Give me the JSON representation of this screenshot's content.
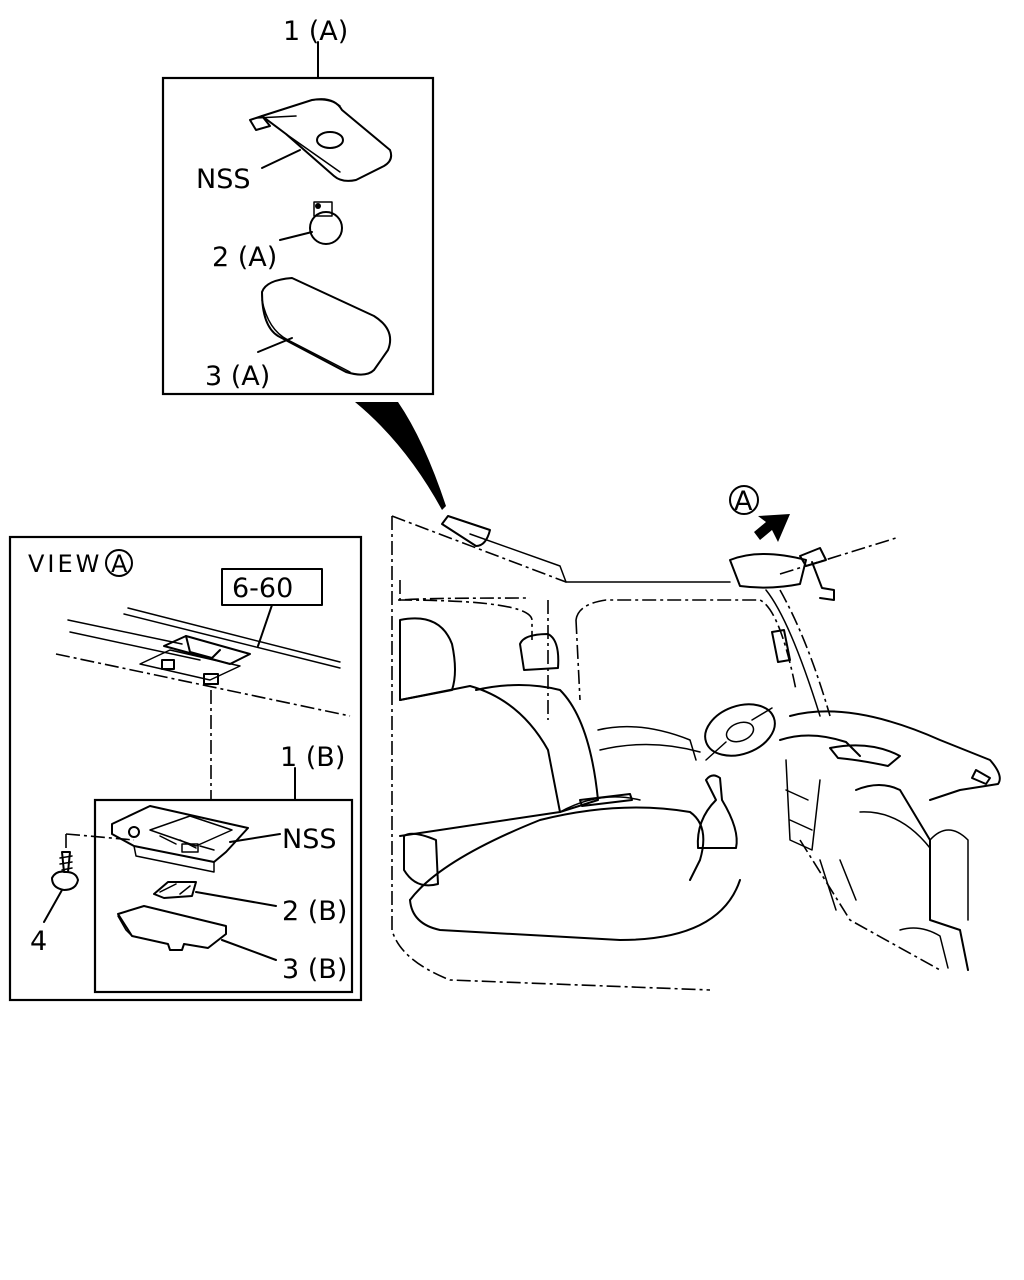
{
  "labels": {
    "part_1a": "1 (A)",
    "nss_a": "NSS",
    "part_2a": "2 (A)",
    "part_3a": "3 (A)",
    "view_marker": "A",
    "view_text": "VIEW",
    "view_circle": "A",
    "ref_code": "6-60",
    "part_1b": "1 (B)",
    "nss_b": "NSS",
    "part_2b": "2 (B)",
    "part_3b": "3 (B)",
    "part_4": "4"
  }
}
